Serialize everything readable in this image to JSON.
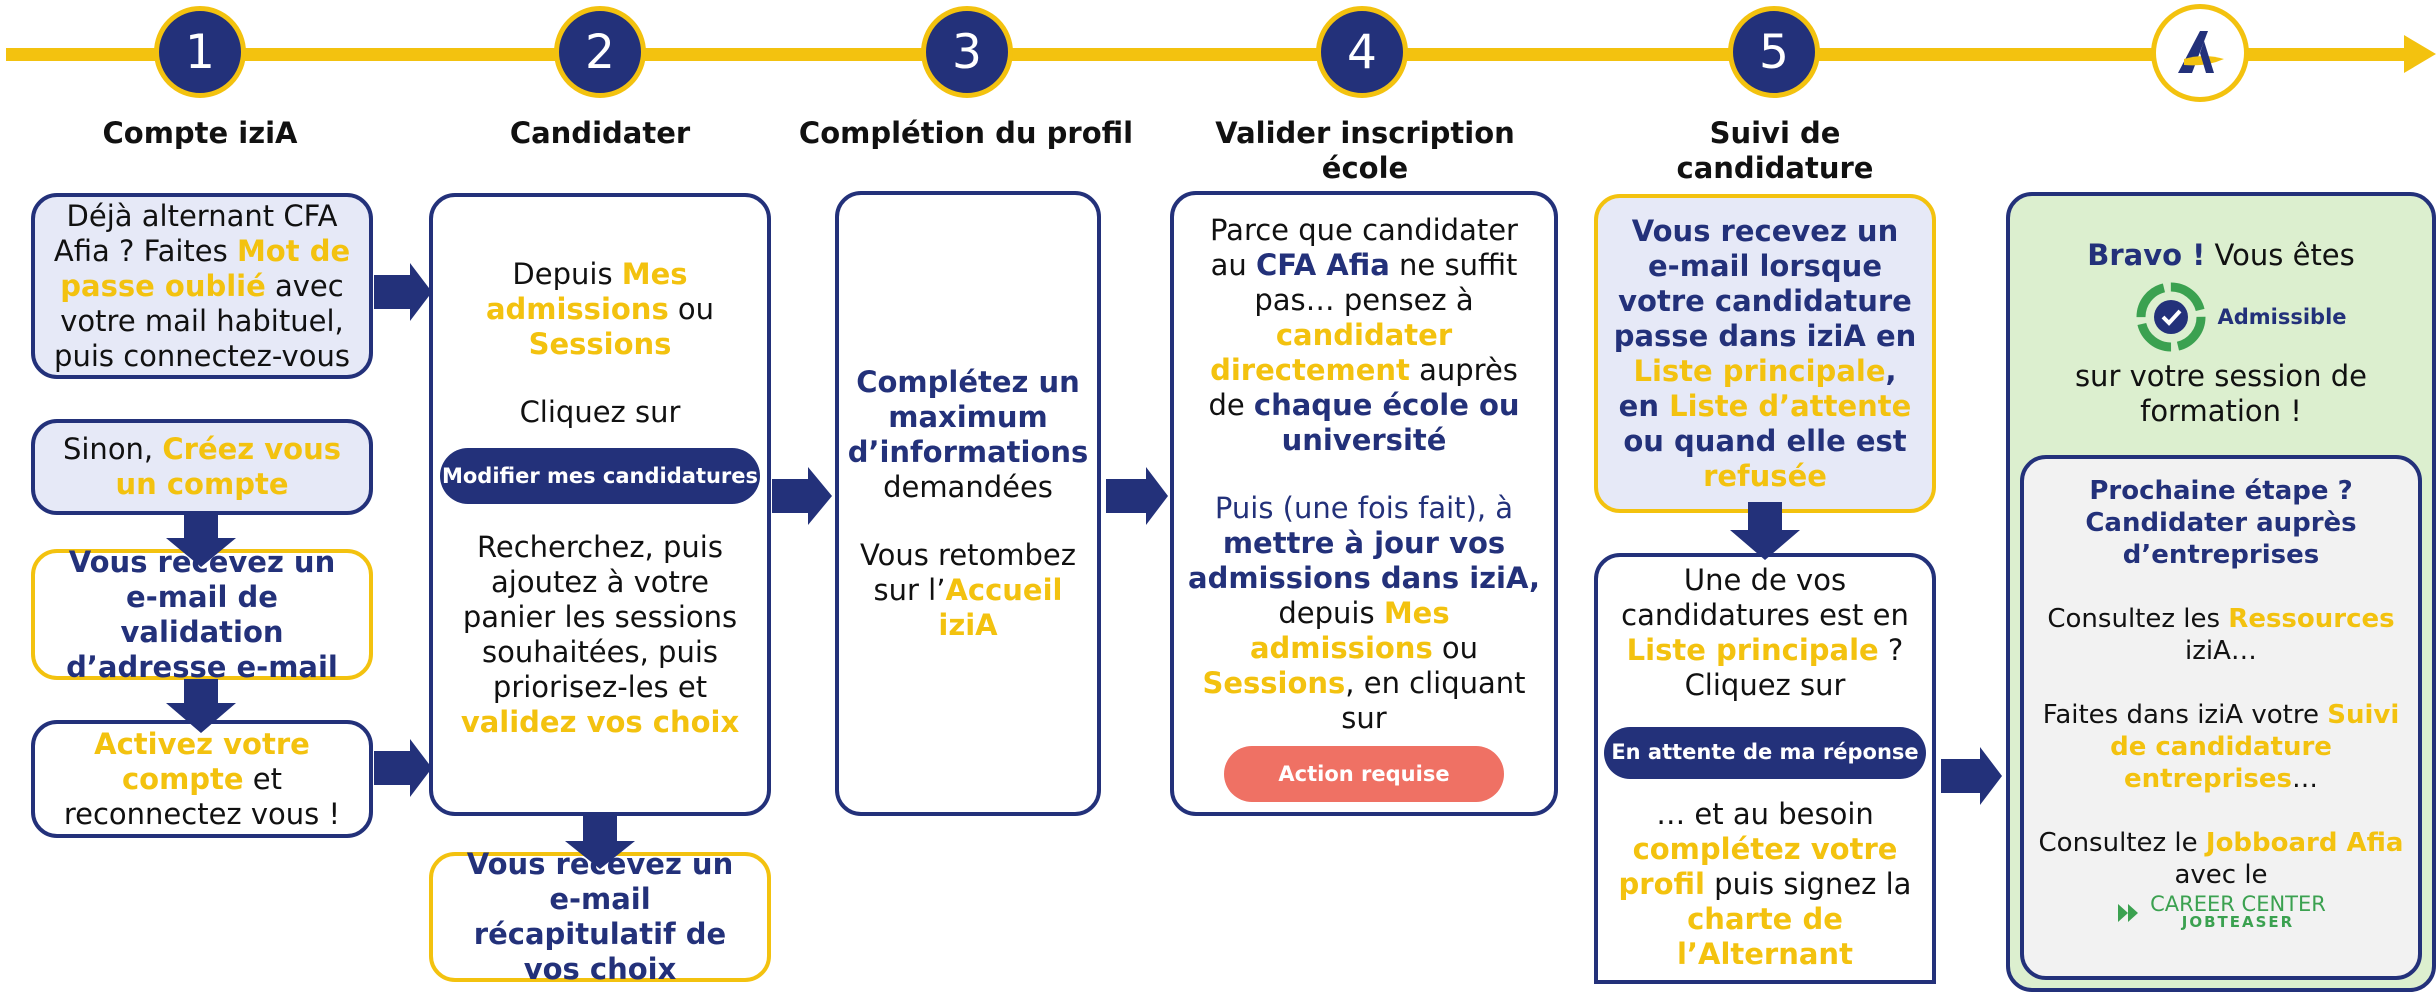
{
  "colors": {
    "navy": "#23317a",
    "yellow": "#f3c20f",
    "red": "#ef7164",
    "lavender": "#e6e9f7",
    "green": "#dcefcf"
  },
  "steps": [
    {
      "num": "1",
      "title": "Compte iziA"
    },
    {
      "num": "2",
      "title": "Candidater"
    },
    {
      "num": "3",
      "title": "Complétion du profil"
    },
    {
      "num": "4",
      "title": "Valider inscription école"
    },
    {
      "num": "5",
      "title": "Suivi de candidature"
    }
  ],
  "logo_icon": "afia-logo-icon",
  "col1": {
    "box1": {
      "t1": "Déjà alternant CFA Afia ? Faites ",
      "h1": "Mot de passe oublié",
      "t2": " avec votre mail habituel, puis connectez-vous"
    },
    "box2": {
      "t1": "Sinon, ",
      "h1": "Créez vous un compte"
    },
    "box3": {
      "h1": "Vous recevez un e-mail de validation d’adresse e-mail"
    },
    "box4": {
      "h1": "Activez votre compte",
      "t1": " et reconnectez vous !"
    }
  },
  "col2": {
    "t1": "Depuis ",
    "h1": "Mes admissions",
    "t2": " ou ",
    "h2": "Sessions",
    "t3": "Cliquez sur",
    "button": "Modifier mes candidatures",
    "t4": "Recherchez, puis ajoutez à votre panier les sessions souhaitées, puis priorisez-les et ",
    "h3": "validez vos choix",
    "sub": "Vous recevez un e-mail récapitulatif de vos choix"
  },
  "col3": {
    "n1": "Complétez un maximum d’informations",
    "t1": " demandées",
    "t2": "Vous retombez sur l’",
    "h1": "Accueil iziA"
  },
  "col4": {
    "t1": "Parce que candidater au ",
    "n1": "CFA Afia",
    "t2": " ne suffit pas… pensez à ",
    "h1": "candidater directement",
    "t3": " auprès de ",
    "n2": "chaque école ou université",
    "r1": "Puis (une fois fait), à ",
    "n3": "mettre à jour vos admissions dans iziA,",
    "t4": " depuis ",
    "h2": "Mes admissions",
    "t5": " ou ",
    "h3": "Sessions",
    "t6": ", en cliquant sur",
    "button": "Action requise"
  },
  "col5": {
    "top": {
      "n1": "Vous recevez un e-mail lorsque votre candidature passe dans iziA en ",
      "h1": "Liste principale",
      "n2": ", en ",
      "h2": "Liste d’attente",
      "n3": " ou quand elle est ",
      "h3": "refusée"
    },
    "bottom": {
      "t1": "Une de vos candidatures est en ",
      "h1": "Liste principale",
      "t2": " ? Cliquez sur",
      "button": "En attente de ma réponse",
      "t3": "… et au besoin ",
      "h2": "complétez votre profil",
      "t4": " puis signez la ",
      "h3": "charte de l’Alternant"
    }
  },
  "col6": {
    "n1": "Bravo !",
    "t1": " Vous êtes",
    "badge": "Admissible",
    "t2": "sur votre session de formation !",
    "inner": {
      "title": "Prochaine étape ? Candidater auprès d’entreprises",
      "t1": "Consultez les ",
      "h1": "Ressources",
      "t2": " iziA…",
      "t3": "Faites dans iziA votre ",
      "h2": "Suivi de candidature entreprises",
      "t4": "…",
      "t5": "Consultez le ",
      "h3": "Jobboard Afia",
      "t6": " avec le",
      "cc1": "CAREER CENTER",
      "cc2": "JOBTEASER"
    }
  }
}
